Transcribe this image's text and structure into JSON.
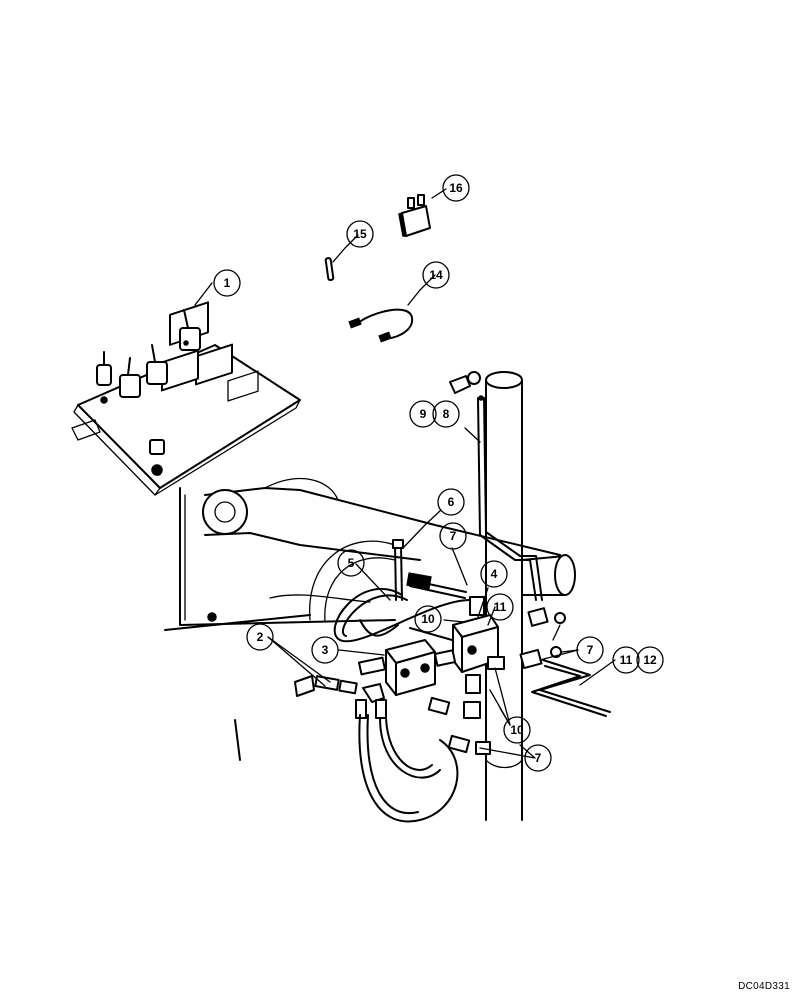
{
  "reference_code": "DC04D331",
  "callouts": [
    {
      "id": "callout-1",
      "labels": [
        "1"
      ]
    },
    {
      "id": "callout-2",
      "labels": [
        "2"
      ]
    },
    {
      "id": "callout-3",
      "labels": [
        "3"
      ]
    },
    {
      "id": "callout-4",
      "labels": [
        "4"
      ]
    },
    {
      "id": "callout-5",
      "labels": [
        "5"
      ]
    },
    {
      "id": "callout-6",
      "labels": [
        "6"
      ]
    },
    {
      "id": "callout-7a",
      "labels": [
        "7"
      ]
    },
    {
      "id": "callout-7b",
      "labels": [
        "7"
      ]
    },
    {
      "id": "callout-7c",
      "labels": [
        "7"
      ]
    },
    {
      "id": "callout-8-9",
      "labels": [
        "9",
        "8"
      ]
    },
    {
      "id": "callout-10a",
      "labels": [
        "10"
      ]
    },
    {
      "id": "callout-10b",
      "labels": [
        "10"
      ]
    },
    {
      "id": "callout-11a",
      "labels": [
        "11"
      ]
    },
    {
      "id": "callout-11-12",
      "labels": [
        "11",
        "12"
      ]
    },
    {
      "id": "callout-14",
      "labels": [
        "14"
      ]
    },
    {
      "id": "callout-15",
      "labels": [
        "15"
      ]
    },
    {
      "id": "callout-16",
      "labels": [
        "16"
      ]
    }
  ]
}
